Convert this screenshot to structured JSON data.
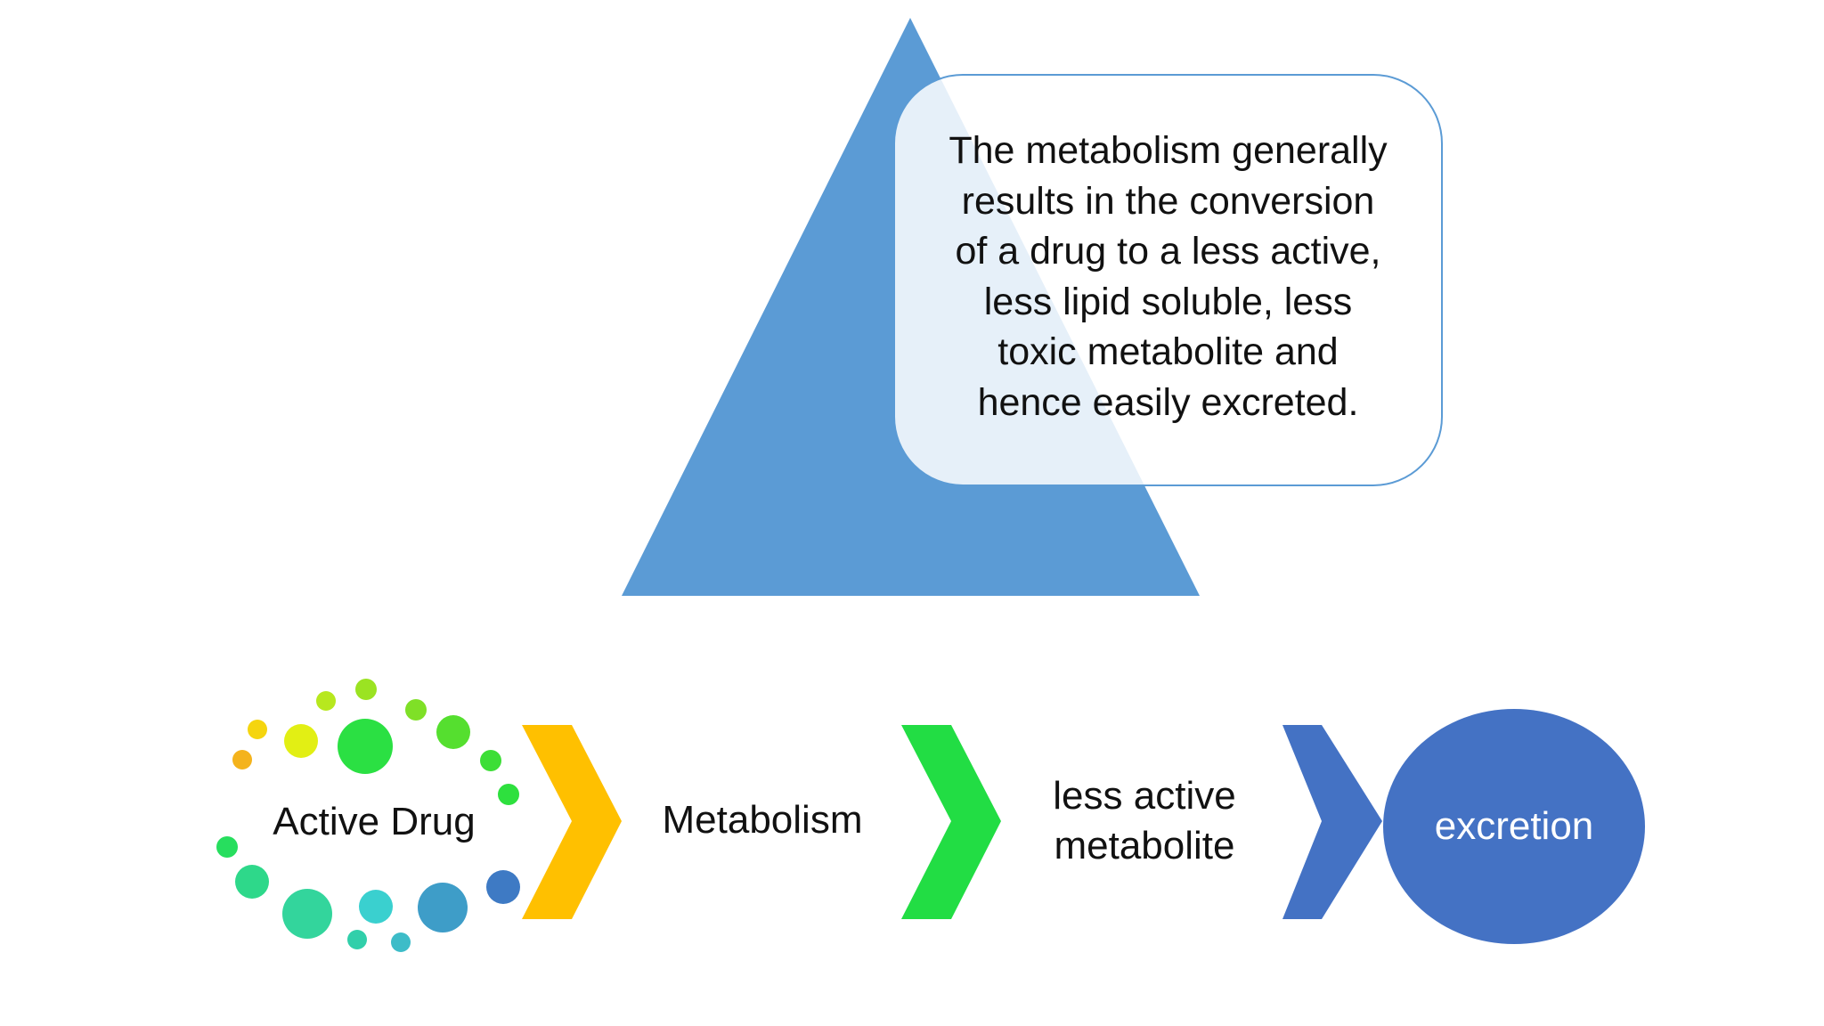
{
  "callout": {
    "lines": [
      "The metabolism generally",
      "results in the conversion",
      "of a drug to a less active,",
      "less lipid soluble, less",
      "toxic metabolite and",
      "hence easily excreted."
    ]
  },
  "flow": {
    "active_drug": "Active Drug",
    "metabolism": "Metabolism",
    "less_active_line1": "less active",
    "less_active_line2": "metabolite",
    "excretion": "excretion"
  },
  "colors": {
    "triangle": "#5b9bd5",
    "callout_border": "#5b9bd5",
    "chevron_1": "#ffc000",
    "chevron_2": "#22dd44",
    "chevron_3": "#4472c4",
    "excretion_circle": "#4472c4"
  }
}
